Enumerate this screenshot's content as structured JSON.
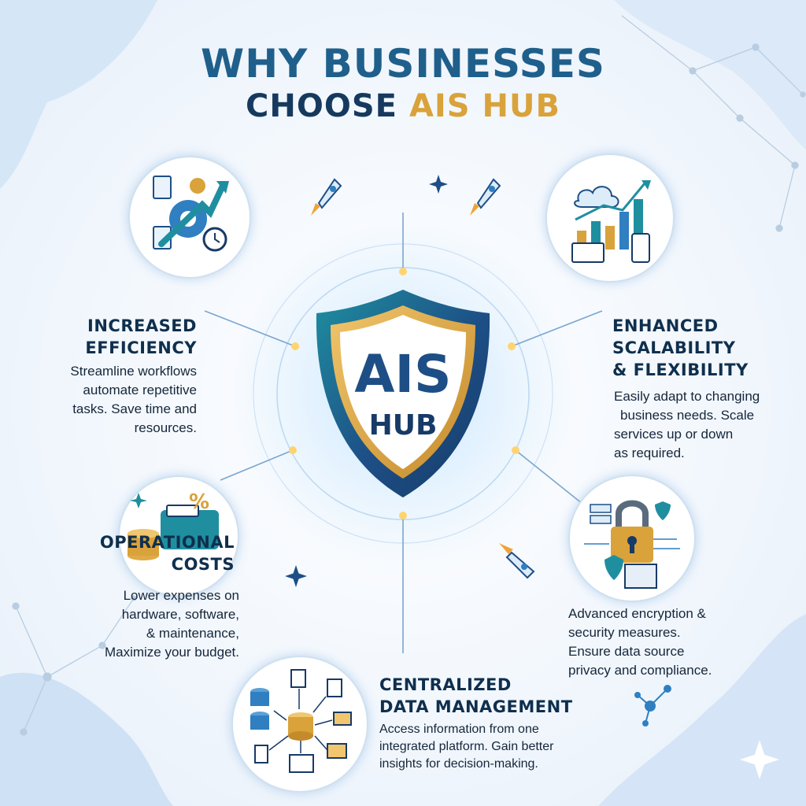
{
  "title": {
    "line1": "WHY BUSINESSES",
    "line2_prefix": "CHOOSE ",
    "line2_accent": "AIS HUB"
  },
  "shield": {
    "line1": "AIS",
    "line2": "HUB"
  },
  "features": {
    "efficiency": {
      "heading_line1": "INCREASED",
      "heading_line2": "EFFICIENCY",
      "text_lines": [
        "Streamline workflows",
        "automate repetitive",
        "tasks.  Save time and",
        "resources."
      ]
    },
    "scalability": {
      "heading_line1": "ENHANCED",
      "heading_line2": "SCALABILITY",
      "heading_line3": "& FLEXIBILITY",
      "text_lines": [
        "Easily adapt to changing",
        "business needs. Scale",
        "services up or down",
        "as required."
      ]
    },
    "costs": {
      "heading_line1": "OPERATIONAL",
      "heading_line2": "COSTS",
      "text_lines": [
        "Lower expenses on",
        "hardware, software,",
        "& maintenance,",
        "Maximize your budget."
      ]
    },
    "security": {
      "text_lines": [
        "Advanced encryption &",
        "security measures.",
        "Ensure data source",
        "privacy and compliance."
      ]
    },
    "data": {
      "heading_line1": "CENTRALIZED",
      "heading_line2": "DATA MANAGEMENT",
      "text_lines": [
        "Access information from one",
        "integrated platform. Gain better",
        "insights for decision-making."
      ]
    }
  },
  "colors": {
    "navy": "#163a5e",
    "teal": "#1f8fa0",
    "gold": "#d9a23a",
    "blue": "#2f7fc1"
  },
  "icons": [
    "workflow-gear-icon",
    "cloud-growth-icon",
    "wallet-coins-icon",
    "padlock-shield-icon",
    "database-hub-icon",
    "rocket-icon",
    "sparkle-icon",
    "network-node-icon"
  ]
}
